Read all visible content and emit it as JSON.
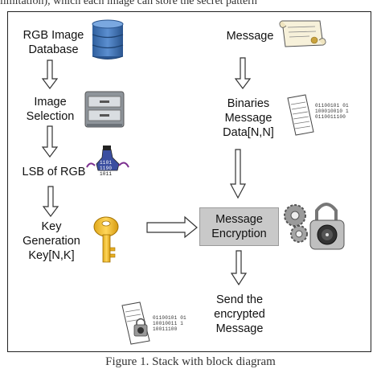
{
  "top_text": "limitation), which each image can store the secret pattern",
  "nodes": {
    "rgb_db": [
      "RGB Image",
      "Database"
    ],
    "image_selection": [
      "Image",
      "Selection"
    ],
    "lsb": [
      "LSB of RGB"
    ],
    "key_gen": [
      "Key",
      "Generation",
      "Key[N,K]"
    ],
    "message": [
      "Message"
    ],
    "binaries": [
      "Binaries",
      "Message",
      "Data[N,N]"
    ],
    "encryption": [
      "Message",
      "Encryption"
    ],
    "send": [
      "Send the",
      "encrypted",
      "Message"
    ]
  },
  "bits_text": {
    "binaries": [
      "01100101 01",
      "100010010 1",
      "0110011100"
    ],
    "send": [
      "01100101 01",
      "10010011 1",
      "10011100"
    ],
    "lsb": [
      "1101",
      "1190",
      "1011"
    ]
  },
  "caption": "Figure 1. Stack with block diagram"
}
